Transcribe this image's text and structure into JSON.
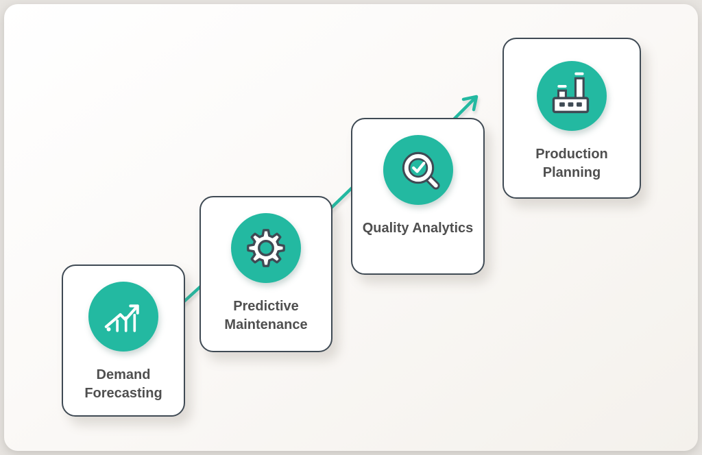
{
  "diagram": {
    "type": "ascending-step-process",
    "connector": {
      "style": "diagonal-trend-line",
      "arrow": "up-right",
      "color": "#23b9a1"
    },
    "steps": [
      {
        "id": "demand-forecasting",
        "label": "Demand Forecasting",
        "icon": "trend-chart-icon"
      },
      {
        "id": "predictive-maintenance",
        "label": "Predictive Maintenance",
        "icon": "gear-icon"
      },
      {
        "id": "quality-analytics",
        "label": "Quality Analytics",
        "icon": "magnifier-check-icon"
      },
      {
        "id": "production-planning",
        "label": "Production Planning",
        "icon": "factory-icon"
      }
    ],
    "colors": {
      "teal": "#23b9a1",
      "card_border": "#3f4a54",
      "text": "#4f4f4f",
      "card_bg": "#ffffff",
      "panel_bg": "#faf8f5",
      "outer_bg": "#e7e4e0"
    }
  }
}
